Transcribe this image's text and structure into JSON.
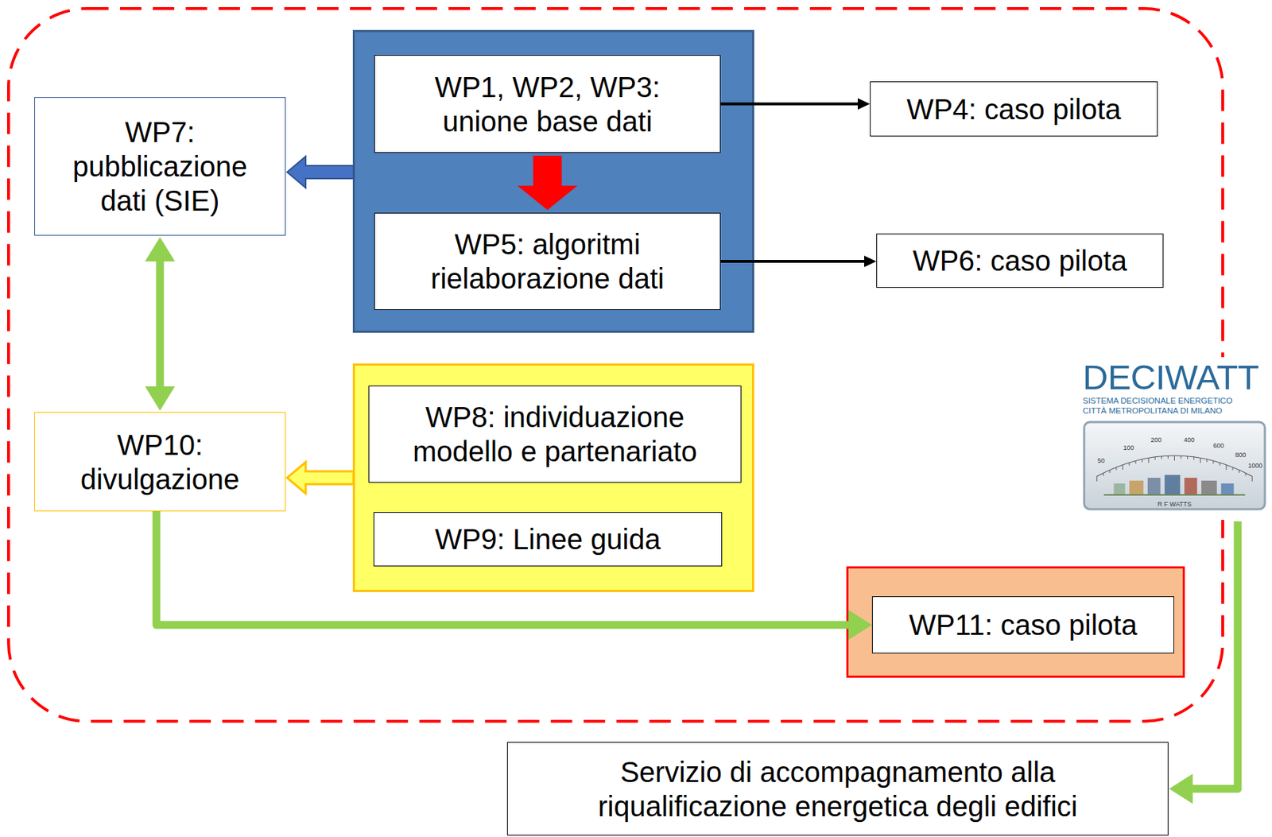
{
  "diagram": {
    "nodes": [
      {
        "text": [
          "WP7: pubblicazione dati (SIE)"
        ]
      },
      {
        "text": []
      },
      {
        "text": [
          "WP1, WP2, WP3: unione base dati"
        ],
        "in": 1
      },
      {
        "text": [
          "WP5: algoritmi rielaborazione dati"
        ],
        "in": 1
      },
      {
        "text": [
          "WP4: caso pilota"
        ]
      },
      {
        "text": [
          "WP6: caso pilota"
        ]
      },
      {
        "text": [
          "WP10: divulgazione"
        ]
      },
      {
        "text": []
      },
      {
        "text": [
          "WP8: individuazione modello e partenariato"
        ],
        "in": 7
      },
      {
        "text": [
          "WP9: Linee guida"
        ],
        "in": 7
      },
      {
        "text": []
      },
      {
        "text": [
          "WP11: caso pilota"
        ],
        "in": 10
      },
      {
        "text": [
          "DECIWATT",
          "SISTEMA DECISIONALE ENERGETICO",
          "CITTÀ METROPOLITANA DI MILANO"
        ]
      },
      {
        "text": [
          "Servizio di accompagnamento alla riqualificazione energetica degli edifici"
        ]
      }
    ],
    "edges": [
      {
        "from": 1,
        "to": 0,
        "arrow": "to"
      },
      {
        "from": 2,
        "to": 3,
        "arrow": "to"
      },
      {
        "from": 2,
        "to": 4,
        "arrow": "to"
      },
      {
        "from": 3,
        "to": 5,
        "arrow": "to"
      },
      {
        "from": 0,
        "to": 6,
        "arrow": "both"
      },
      {
        "from": 7,
        "to": 6,
        "arrow": "to"
      },
      {
        "from": 6,
        "to": 11,
        "arrow": "to"
      },
      {
        "from": 12,
        "to": 13,
        "arrow": "to"
      }
    ],
    "labels": [
      "50",
      "100",
      "200",
      "400",
      "600",
      "800",
      "1000",
      "R F WATTS"
    ]
  }
}
